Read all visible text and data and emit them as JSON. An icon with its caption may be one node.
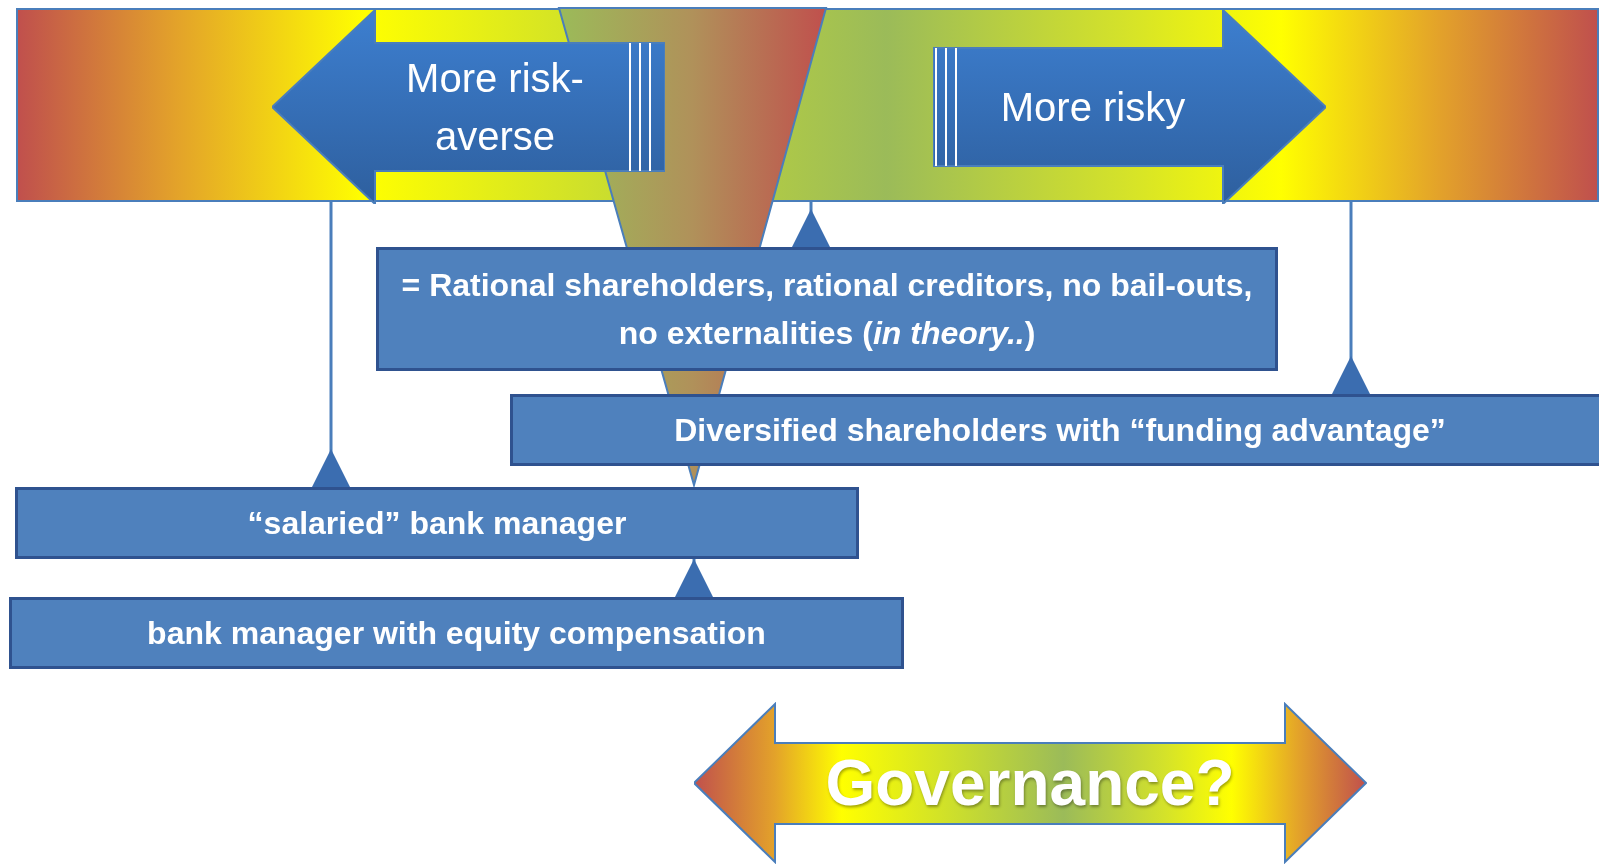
{
  "diagram": {
    "nodes": [
      {
        "text": [],
        "shape": "bar"
      },
      {
        "text": [
          "More risk- averse"
        ],
        "in": 0
      },
      {
        "text": [
          "More risky"
        ],
        "in": 0
      },
      {
        "text": [
          "= Rational shareholders, rational creditors, no bail-outs, no externalities (*in theory..*)"
        ]
      },
      {
        "text": [
          "Diversified shareholders with “funding advantage”"
        ]
      },
      {
        "text": [
          "“salaried” bank manager"
        ]
      },
      {
        "text": [
          "bank manager with equity compensation"
        ]
      },
      {
        "text": [
          "Governance?"
        ]
      }
    ],
    "edges": [
      {
        "from": 3,
        "to": 0,
        "arrow": "other"
      },
      {
        "from": 4,
        "to": 0,
        "arrow": "other"
      },
      {
        "from": 5,
        "to": 0,
        "arrow": "other"
      },
      {
        "from": 6,
        "to": 5,
        "arrow": "other"
      }
    ]
  }
}
